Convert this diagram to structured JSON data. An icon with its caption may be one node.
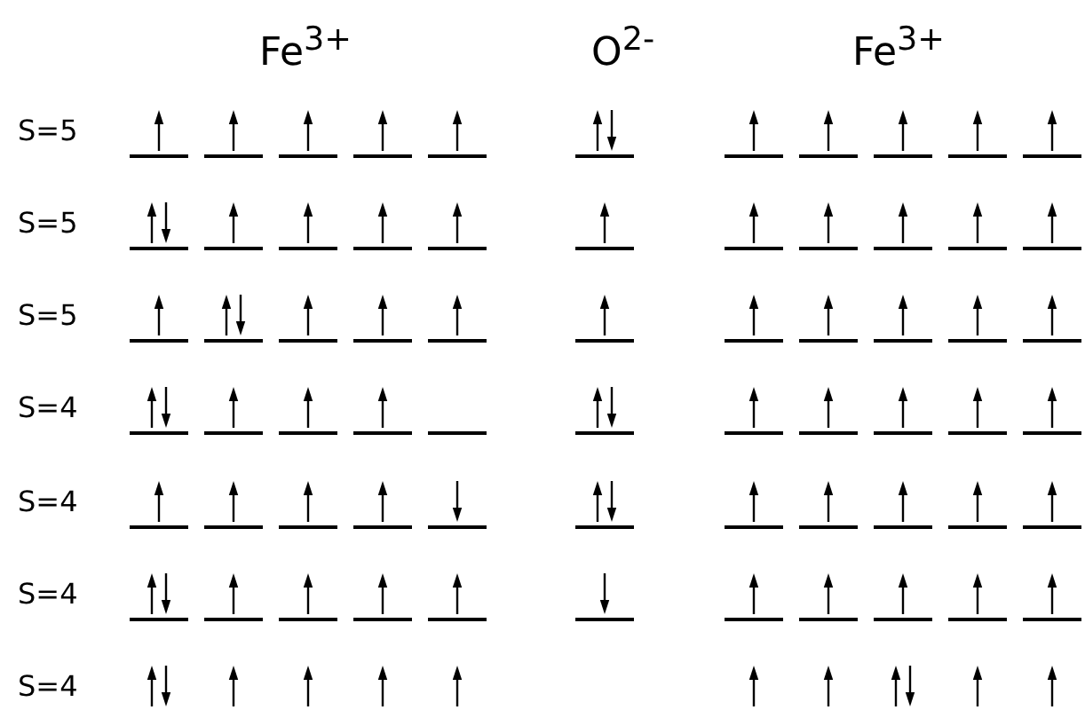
{
  "diagram": {
    "labels": [
      "Fe$^{3+}$",
      "O$^{2-}$",
      "Fe$^{3+}$",
      "S=5",
      "S=5",
      "S=5",
      "S=4",
      "S=4",
      "S=4",
      "S=4"
    ]
  }
}
